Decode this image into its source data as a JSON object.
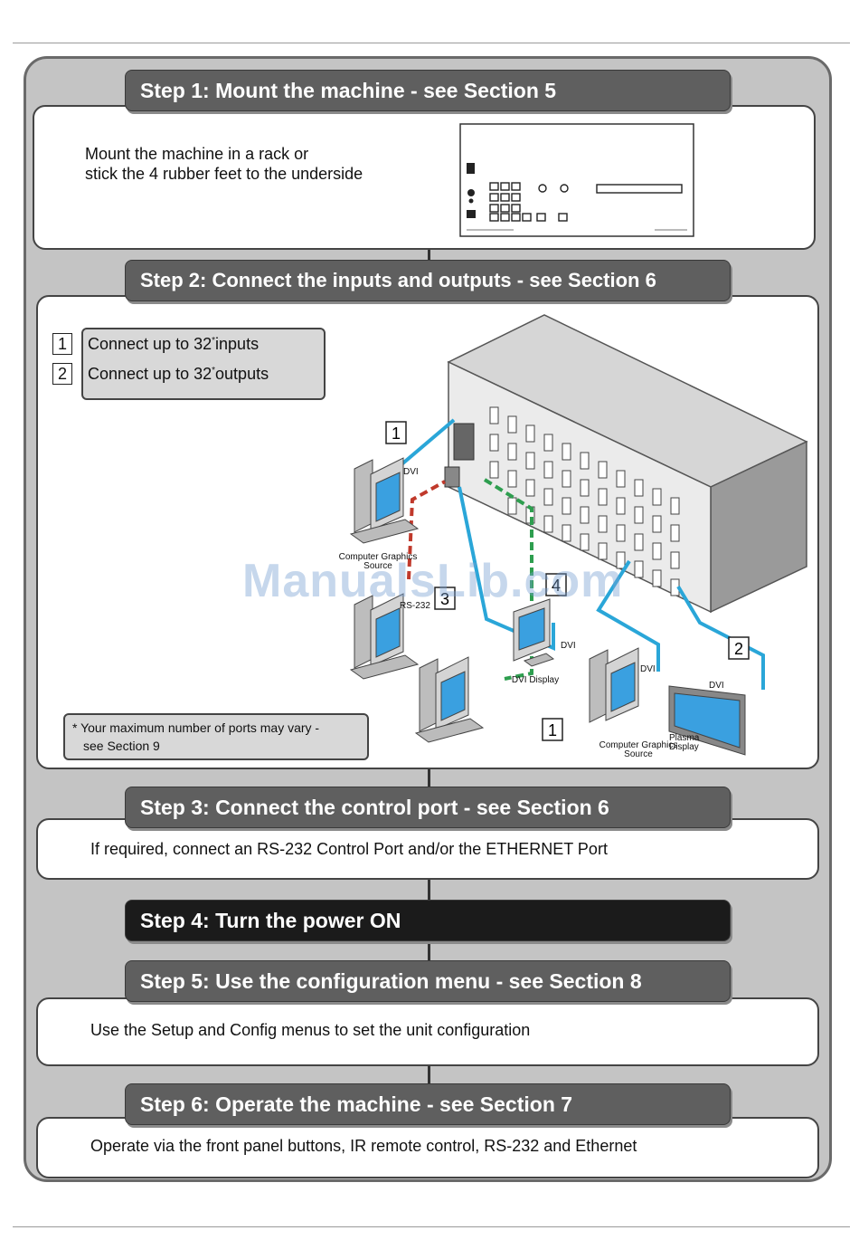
{
  "steps": [
    {
      "title": "Step 1: Mount the machine - see Section 5",
      "text_line1": "Mount the machine in a rack or",
      "text_line2": "stick the 4 rubber feet to the underside"
    },
    {
      "title": "Step 2: Connect the inputs and outputs - see Section 6",
      "item1_num": "1",
      "item1_text": "Connect up to 32",
      "item1_suffix": "inputs",
      "item2_num": "2",
      "item2_text": "Connect up to 32",
      "item2_suffix": "outputs",
      "asterisk": "*",
      "note_line1": "* Your maximum number of ports may vary -",
      "note_line2": "see Section 9"
    },
    {
      "title": "Step 3: Connect the control port - see Section 6",
      "text": "If required, connect an RS-232 Control Port and/or the ETHERNET Port"
    },
    {
      "title": "Step 4: Turn the power ON"
    },
    {
      "title": "Step 5: Use the configuration menu - see Section 8",
      "text": "Use the Setup and Config menus to set the unit configuration"
    },
    {
      "title": "Step 6: Operate the machine - see Section 7",
      "text": "Operate via the front panel buttons, IR remote control, RS-232 and Ethernet"
    }
  ],
  "diagram": {
    "callout_1": "1",
    "callout_2": "2",
    "callout_3": "3",
    "callout_4": "4",
    "dvi": "DVI",
    "rs232": "RS-232",
    "source_label_line1": "Computer Graphics",
    "source_label_line2": "Source",
    "dvi_display": "DVI Display",
    "plasma_line1": "Plasma",
    "plasma_line2": "Display"
  },
  "watermark": "ManualsLib.com",
  "colors": {
    "bar": "#5f5f5f",
    "bar_dark": "#1b1b1b",
    "panel": "#c4c4c4",
    "dvi_cable": "#2aa6d8",
    "rs232_cable": "#c0392b",
    "ethernet_cable": "#2e9e4f"
  }
}
